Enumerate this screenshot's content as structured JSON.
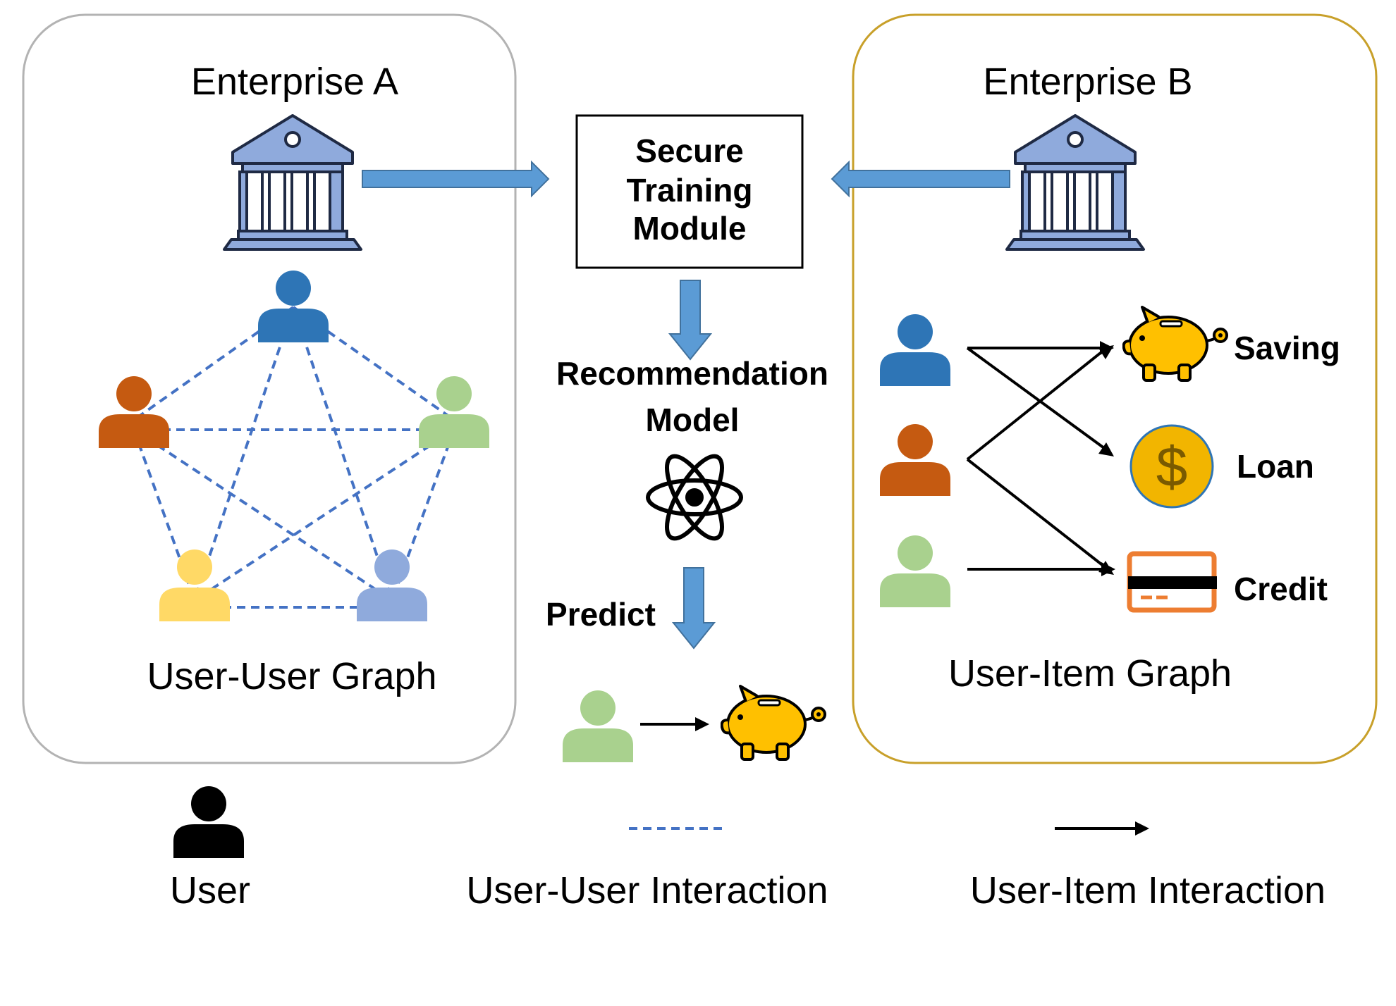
{
  "enterprise_a": {
    "title": "Enterprise A",
    "graph_label": "User-User Graph",
    "box_color": "#b3b3b3"
  },
  "enterprise_b": {
    "title": "Enterprise B",
    "graph_label": "User-Item Graph",
    "box_color": "#c8a02a"
  },
  "module": {
    "line1": "Secure",
    "line2": "Training",
    "line3": "Module"
  },
  "model": {
    "line1": "Recommendation",
    "line2": "Model",
    "predict_label": "Predict"
  },
  "items": {
    "saving": "Saving",
    "loan": "Loan",
    "credit": "Credit"
  },
  "legend": {
    "user": "User",
    "user_user": "User-User Interaction",
    "user_item": "User-Item Interaction"
  },
  "colors": {
    "bank": "#8faadc",
    "arrow": "#5b9bd5",
    "dashed": "#4472c4",
    "user_blue": "#2e75b6",
    "user_orange": "#c55a11",
    "user_green": "#a9d18e",
    "user_yellow": "#ffd966",
    "user_lavender": "#8faadc",
    "piggy": "#ffc000",
    "coin": "#f2b500",
    "card": "#ed7d31"
  },
  "icons": [
    "bank-icon",
    "user-icon",
    "piggy-bank-icon",
    "coin-icon",
    "credit-card-icon",
    "atom-icon"
  ]
}
